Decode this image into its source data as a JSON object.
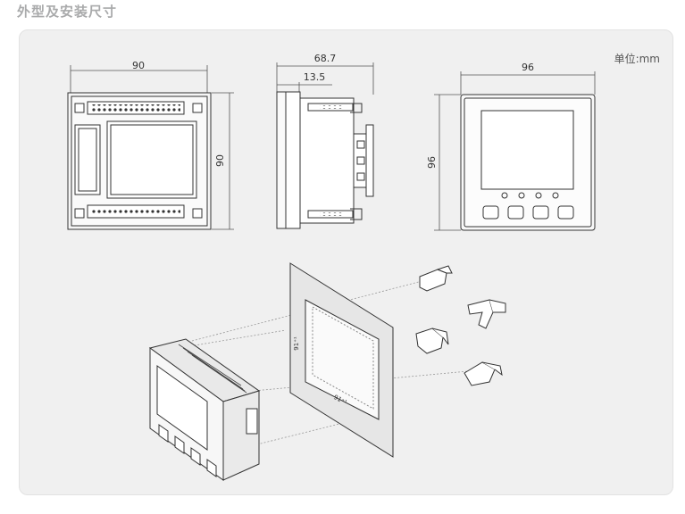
{
  "title": "外型及安装尺寸",
  "unit_label": "单位:mm",
  "dimensions": {
    "back_width": "90",
    "back_height": "90",
    "side_depth": "68.7",
    "side_front": "13.5",
    "front_width": "96",
    "front_height": "96"
  },
  "cutout": {
    "label_vertical": "91⁺¹",
    "label_horizontal": "91⁺¹"
  }
}
